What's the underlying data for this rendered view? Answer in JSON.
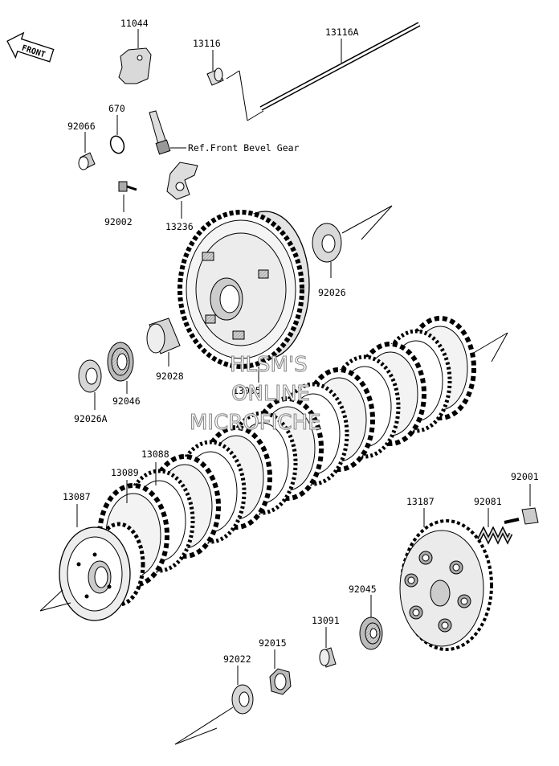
{
  "front_label": "FRONT",
  "ref_note": "Ref.Front Bevel Gear",
  "watermark": [
    "HLSM'S",
    "ONLINE",
    "MICROFICHE"
  ],
  "parts": {
    "p11044": "11044",
    "p13116": "13116",
    "p13116A": "13116A",
    "p670": "670",
    "p92066": "92066",
    "p92002": "92002",
    "p13236": "13236",
    "p92026": "92026",
    "p92028": "92028",
    "p92046": "92046",
    "p92026A": "92026A",
    "p13095": "13095",
    "p13088": "13088",
    "p13089": "13089",
    "p13087": "13087",
    "p92001": "92001",
    "p13187": "13187",
    "p92081": "92081",
    "p92045": "92045",
    "p13091": "13091",
    "p92015": "92015",
    "p92022": "92022"
  }
}
